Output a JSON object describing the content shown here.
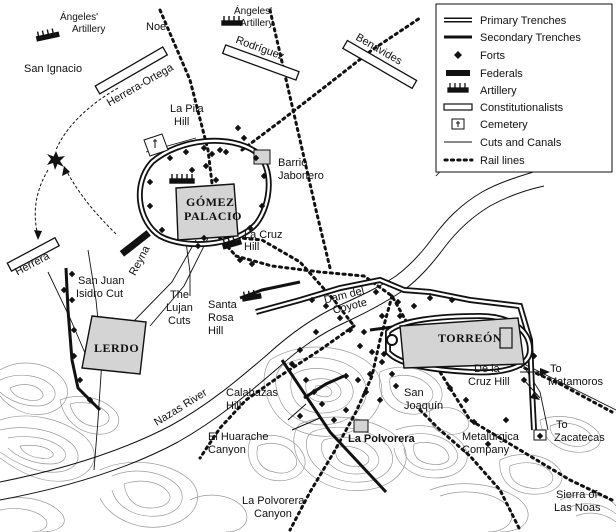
{
  "labels": {
    "angeles_artillery_1": [
      "Ángeles'",
      "Artillery"
    ],
    "angeles_artillery_2": [
      "Ángeles'",
      "Artillery"
    ],
    "san_ignacio": "San Ignacio",
    "noe": "Noe",
    "herrera_ortega": "Herrera-Ortega",
    "rodriguez": "Rodríguez",
    "benavides": "Benavides",
    "la_pila_hill": [
      "La Pila",
      "Hill"
    ],
    "barrio_jabonero": [
      "Barrio",
      "Jabonero"
    ],
    "gomez_palacio": [
      "GÓMEZ",
      "PALACIO"
    ],
    "la_cruz_hill": [
      "La Cruz",
      "Hill"
    ],
    "herrera": "Herrera",
    "reyna": "Reyna",
    "san_juan_isidro_cut": [
      "San Juan",
      "Isidro Cut"
    ],
    "the_lujan_cuts": [
      "The",
      "Lujan",
      "Cuts"
    ],
    "santa_rosa_hill": [
      "Santa",
      "Rosa",
      "Hill"
    ],
    "dam_del_coyote": [
      "Dam del",
      "Coyote"
    ],
    "torreon": "TORREÓN",
    "lerdo": "LERDO",
    "nazas_river": "Nazas River",
    "de_la_cruz_hill": [
      "De la",
      "Cruz Hill"
    ],
    "to_matamoros": [
      "To",
      "Matamoros"
    ],
    "calabazas_hill": [
      "Calabazas",
      "Hill"
    ],
    "san_joaquin": [
      "San",
      "Joaquín"
    ],
    "el_huarache_canyon": [
      "El Huarache",
      "Canyon"
    ],
    "la_polvorera": "La Polvorera",
    "metalurgica_company": [
      "Metalúrgica",
      "Company"
    ],
    "to_zacatecas": [
      "To",
      "Zacatecas"
    ],
    "la_polvorera_canyon": [
      "La Polvorera",
      "Canyon"
    ],
    "sierra_de_las_noas": [
      "Sierra of",
      "Las Noas"
    ]
  },
  "legend": {
    "items": [
      {
        "key": "primary_trenches",
        "label": "Primary Trenches"
      },
      {
        "key": "secondary_trenches",
        "label": "Secondary Trenches"
      },
      {
        "key": "forts",
        "label": "Forts"
      },
      {
        "key": "federals",
        "label": "Federals"
      },
      {
        "key": "artillery",
        "label": "Artillery"
      },
      {
        "key": "constitutionalists",
        "label": "Constitutionalists"
      },
      {
        "key": "cemetery",
        "label": "Cemetery"
      },
      {
        "key": "cuts_and_canals",
        "label": "Cuts and Canals"
      },
      {
        "key": "rail_lines",
        "label": "Rail lines"
      }
    ]
  },
  "colors": {
    "ink": "#111111",
    "town_fill": "#d4d4d4",
    "contour": "#9a9a9a",
    "paper": "#ffffff"
  }
}
